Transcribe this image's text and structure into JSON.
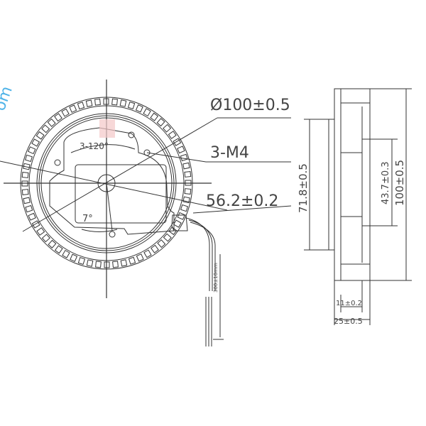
{
  "front_view": {
    "diameter": "Ø100±0.5",
    "holes": "3-M4",
    "hole_angle": "3-120°",
    "pcd": "56.2±0.2",
    "offset_angle": "7°",
    "wire_length": "300±10mm"
  },
  "side_view": {
    "height_inner": "71.8±0.5",
    "center": "43.7±0.3",
    "height_outer": "100±0.5",
    "hub_depth": "11±0.2",
    "thickness": "25±0.5"
  },
  "watermark": "om",
  "colors": {
    "line": "#333333",
    "watermark": "#4fb3e8",
    "marker": "#f4c7c7"
  }
}
